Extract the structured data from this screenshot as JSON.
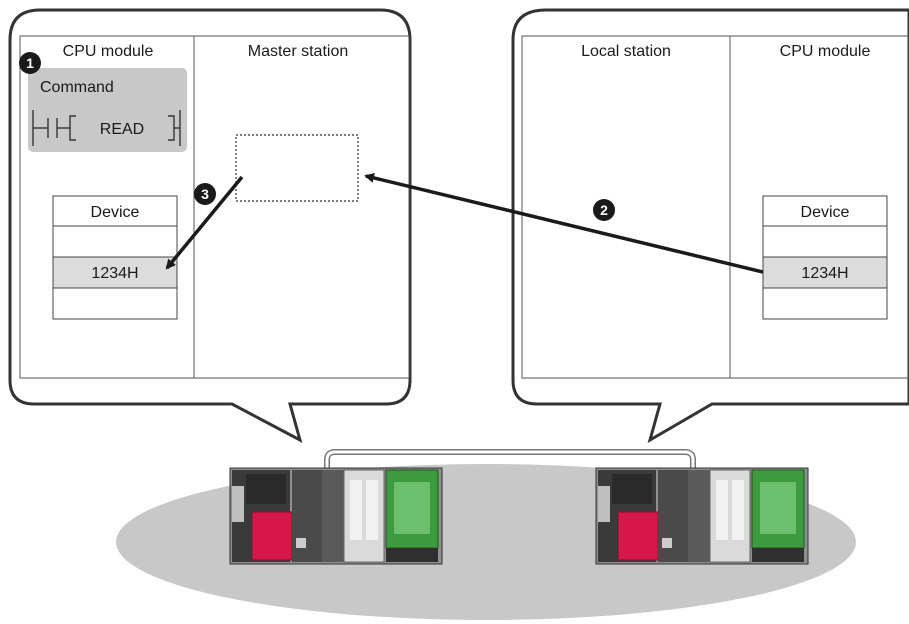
{
  "left_bubble": {
    "cpu_header": "CPU module",
    "master_header": "Master station",
    "command_label": "Command",
    "instruction": "READ",
    "device_table": {
      "header": "Device",
      "rows": [
        "",
        "1234H",
        ""
      ]
    }
  },
  "right_bubble": {
    "local_header": "Local station",
    "cpu_header": "CPU module",
    "device_table": {
      "header": "Device",
      "rows": [
        "",
        "1234H",
        ""
      ]
    }
  },
  "steps": {
    "step1": "1",
    "step2": "2",
    "step3": "3"
  },
  "colors": {
    "bubble_border": "#333333",
    "command_box": "#c8c8c8",
    "highlight_row": "#dcdcdc",
    "network_ellipse": "#c8c8c8",
    "module_red": "#d6174a",
    "module_green": "#3e9a3e",
    "marker": "#1a1a1a"
  }
}
